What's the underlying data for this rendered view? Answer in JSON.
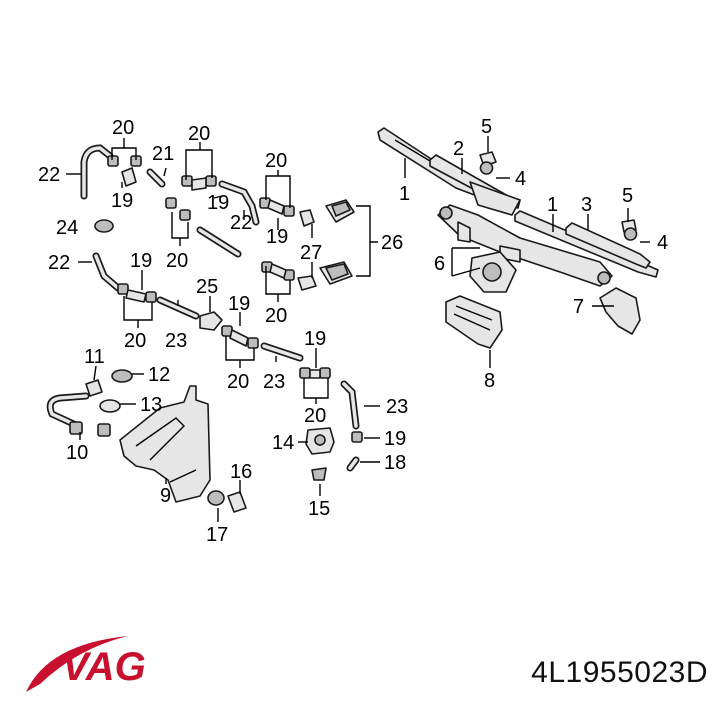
{
  "brand": {
    "logo_text": "VAG",
    "logo_color": "#c8102e",
    "icon": "vag-swoosh-logo"
  },
  "part_number": "4L1955023D",
  "callouts": {
    "c1a": "1",
    "c1b": "1",
    "c2": "2",
    "c3": "3",
    "c4a": "4",
    "c4b": "4",
    "c5a": "5",
    "c5b": "5",
    "c6": "6",
    "c7": "7",
    "c8": "8",
    "c9": "9",
    "c10": "10",
    "c11": "11",
    "c12": "12",
    "c13": "13",
    "c14": "14",
    "c15": "15",
    "c16": "16",
    "c17": "17",
    "c18": "18",
    "c19a": "19",
    "c19b": "19",
    "c19c": "19",
    "c19d": "19",
    "c19e": "19",
    "c19f": "19",
    "c19g": "19",
    "c20a": "20",
    "c20b": "20",
    "c20c": "20",
    "c20d": "20",
    "c20e": "20",
    "c20f": "20",
    "c20g": "20",
    "c20h": "20",
    "c21": "21",
    "c22a": "22",
    "c22b": "22",
    "c22c": "22",
    "c23a": "23",
    "c23b": "23",
    "c23c": "23",
    "c24": "24",
    "c25": "25",
    "c26": "26",
    "c27": "27"
  }
}
